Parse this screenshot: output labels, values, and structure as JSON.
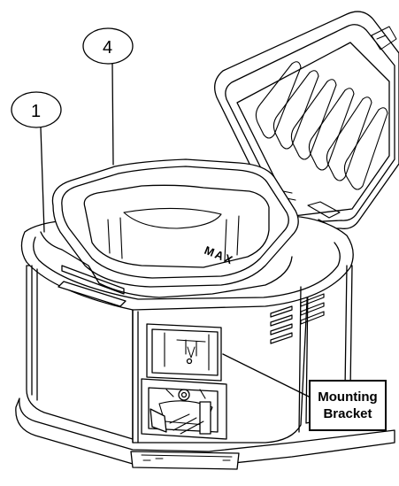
{
  "callouts": [
    {
      "number": "1"
    },
    {
      "number": "4"
    }
  ],
  "max_marking": "MAX",
  "label": {
    "line1": "Mounting",
    "line2": "Bracket"
  }
}
